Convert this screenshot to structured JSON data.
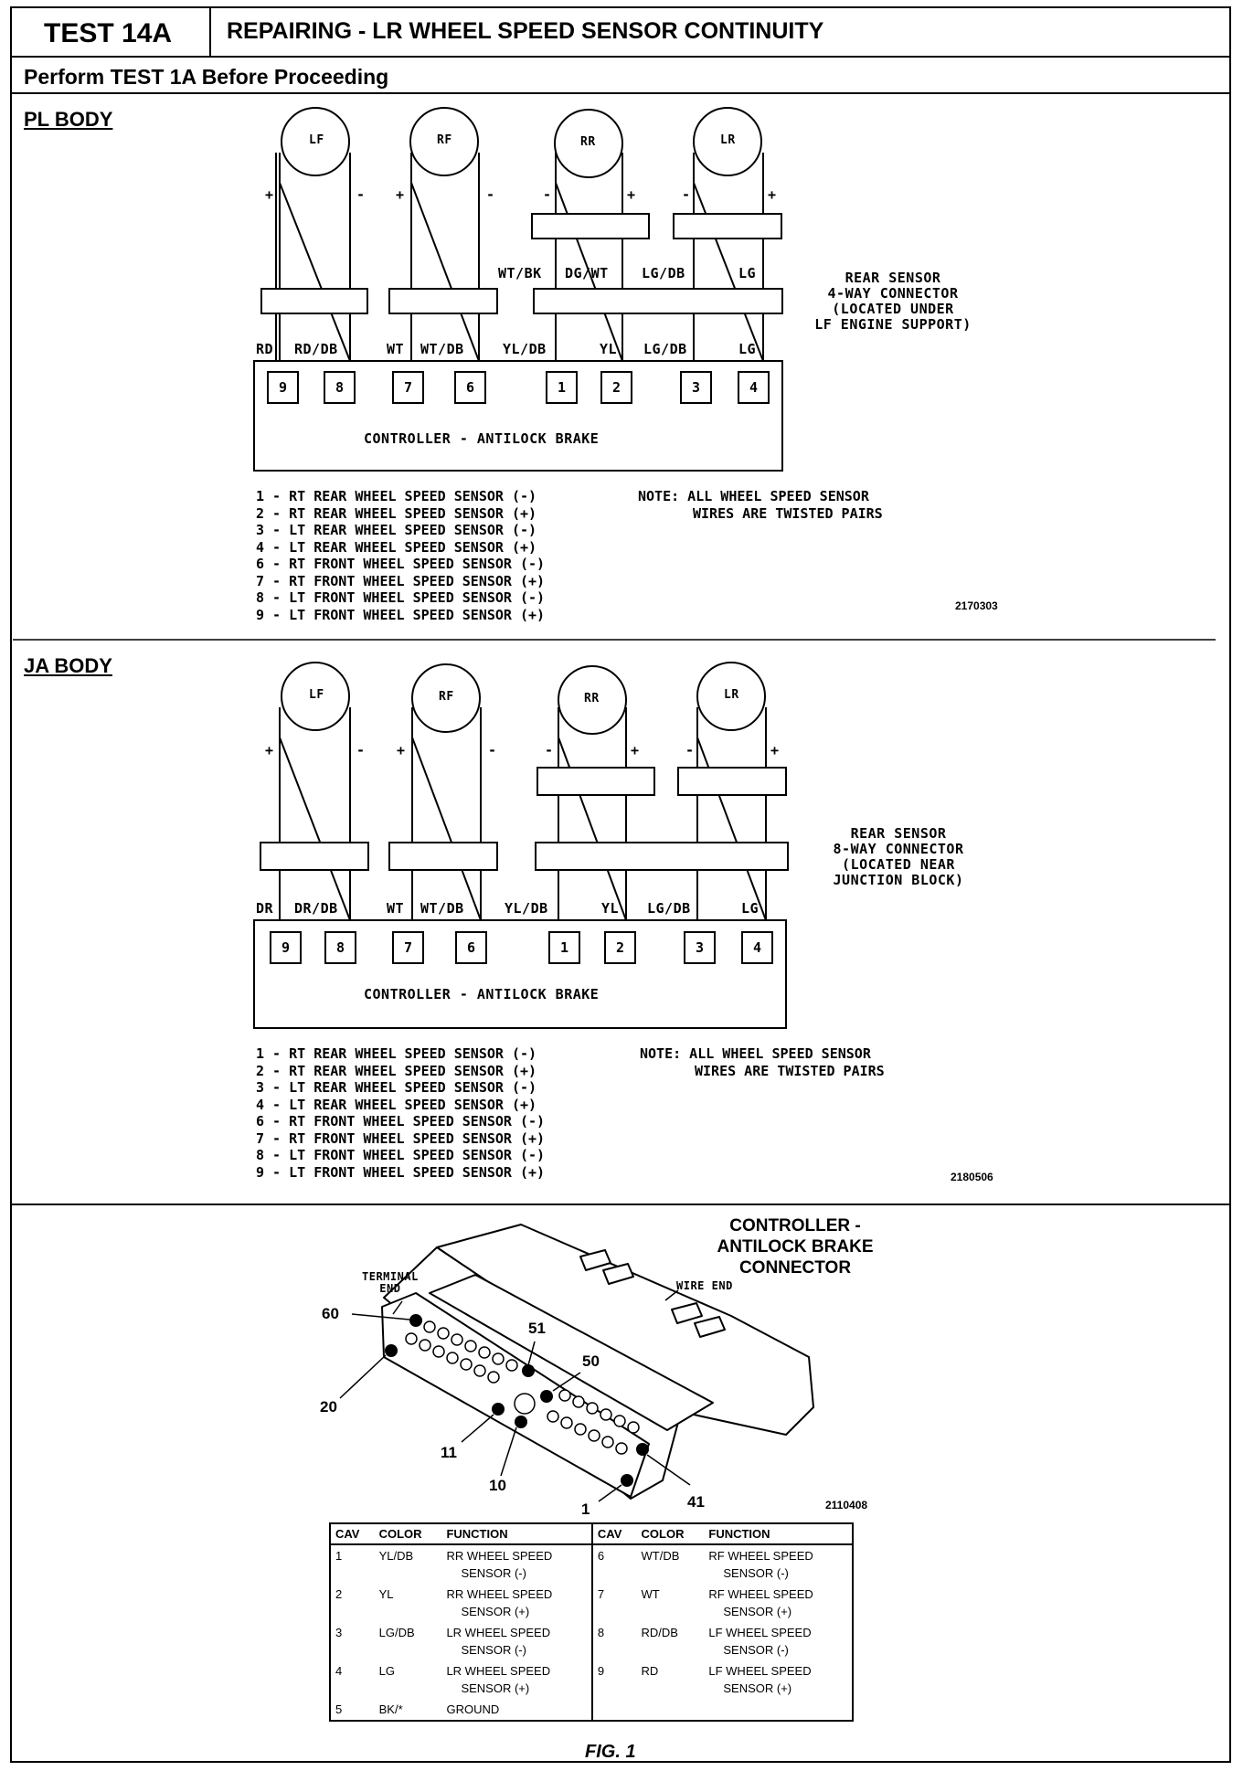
{
  "header": {
    "test_label": "TEST 14A",
    "title": "REPAIRING - LR WHEEL SPEED SENSOR CONTINUITY",
    "subtitle": "Perform TEST 1A Before Proceeding"
  },
  "pl_body": {
    "label": "PL BODY",
    "sensors": [
      "LF",
      "RF",
      "RR",
      "LR"
    ],
    "wire_top_labels": [
      "WT/BK",
      "DG/WT",
      "LG/DB",
      "LG"
    ],
    "wire_bottom_labels": [
      "RD",
      "RD/DB",
      "WT",
      "WT/DB",
      "YL/DB",
      "YL",
      "LG/DB",
      "LG"
    ],
    "pins": [
      "9",
      "8",
      "7",
      "6",
      "1",
      "2",
      "3",
      "4"
    ],
    "controller_label": "CONTROLLER - ANTILOCK BRAKE",
    "connector_note": [
      "REAR SENSOR",
      "4-WAY CONNECTOR",
      "(LOCATED UNDER",
      "LF ENGINE SUPPORT)"
    ],
    "legend": [
      "1 - RT REAR WHEEL SPEED SENSOR (-)",
      "2 - RT REAR WHEEL SPEED SENSOR (+)",
      "3 - LT REAR WHEEL SPEED SENSOR (-)",
      "4 - LT REAR WHEEL SPEED SENSOR (+)",
      "6 - RT FRONT WHEEL SPEED SENSOR (-)",
      "7 - RT FRONT WHEEL SPEED SENSOR (+)",
      "8 - LT FRONT WHEEL SPEED SENSOR (-)",
      "9 - LT FRONT WHEEL SPEED SENSOR (+)"
    ],
    "note": [
      "NOTE: ALL WHEEL SPEED SENSOR",
      "WIRES ARE TWISTED PAIRS"
    ],
    "figure_number": "2170303"
  },
  "ja_body": {
    "label": "JA BODY",
    "sensors": [
      "LF",
      "RF",
      "RR",
      "LR"
    ],
    "wire_bottom_labels": [
      "DR",
      "DR/DB",
      "WT",
      "WT/DB",
      "YL/DB",
      "YL",
      "LG/DB",
      "LG"
    ],
    "pins": [
      "9",
      "8",
      "7",
      "6",
      "1",
      "2",
      "3",
      "4"
    ],
    "controller_label": "CONTROLLER - ANTILOCK BRAKE",
    "connector_note": [
      "REAR SENSOR",
      "8-WAY CONNECTOR",
      "(LOCATED NEAR",
      "JUNCTION BLOCK)"
    ],
    "legend": [
      "1 - RT REAR WHEEL SPEED SENSOR (-)",
      "2 - RT REAR WHEEL SPEED SENSOR (+)",
      "3 - LT REAR WHEEL SPEED SENSOR (-)",
      "4 - LT REAR WHEEL SPEED SENSOR (+)",
      "6 - RT FRONT WHEEL SPEED SENSOR (-)",
      "7 - RT FRONT WHEEL SPEED SENSOR (+)",
      "8 - LT FRONT WHEEL SPEED SENSOR (-)",
      "9 - LT FRONT WHEEL SPEED SENSOR (+)"
    ],
    "note": [
      "NOTE: ALL WHEEL SPEED SENSOR",
      "WIRES ARE TWISTED PAIRS"
    ],
    "figure_number": "2180506"
  },
  "connector_fig": {
    "title": [
      "CONTROLLER -",
      "ANTILOCK BRAKE",
      "CONNECTOR"
    ],
    "terminal_end": [
      "TERMINAL",
      "END"
    ],
    "wire_end": "WIRE END",
    "callouts": [
      "60",
      "51",
      "50",
      "20",
      "11",
      "10",
      "41",
      "1"
    ],
    "figure_number": "2110408",
    "table_headers": [
      "CAV",
      "COLOR",
      "FUNCTION",
      "CAV",
      "COLOR",
      "FUNCTION"
    ],
    "rows": [
      {
        "cav": "1",
        "color": "YL/DB",
        "f1": "RR WHEEL SPEED",
        "f2": "SENSOR (-)",
        "cav2": "6",
        "color2": "WT/DB",
        "g1": "RF WHEEL SPEED",
        "g2": "SENSOR (-)"
      },
      {
        "cav": "2",
        "color": "YL",
        "f1": "RR WHEEL SPEED",
        "f2": "SENSOR (+)",
        "cav2": "7",
        "color2": "WT",
        "g1": "RF WHEEL SPEED",
        "g2": "SENSOR (+)"
      },
      {
        "cav": "3",
        "color": "LG/DB",
        "f1": "LR WHEEL SPEED",
        "f2": "SENSOR (-)",
        "cav2": "8",
        "color2": "RD/DB",
        "g1": "LF WHEEL SPEED",
        "g2": "SENSOR (-)"
      },
      {
        "cav": "4",
        "color": "LG",
        "f1": "LR WHEEL SPEED",
        "f2": "SENSOR (+)",
        "cav2": "9",
        "color2": "RD",
        "g1": "LF WHEEL SPEED",
        "g2": "SENSOR (+)"
      },
      {
        "cav": "5",
        "color": "BK/*",
        "f1": "GROUND",
        "f2": "",
        "cav2": "",
        "color2": "",
        "g1": "",
        "g2": ""
      }
    ],
    "caption": "FIG. 1"
  }
}
